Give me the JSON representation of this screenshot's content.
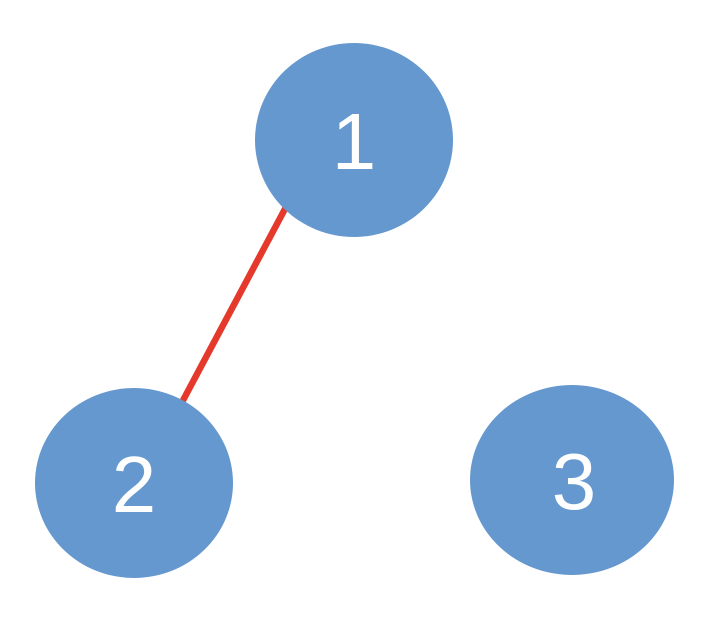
{
  "canvas": {
    "background": "#ffffff"
  },
  "graph": {
    "type": "node-link-diagram",
    "colors": {
      "node_fill": "#6598ce",
      "node_label": "#ffffff",
      "edge_stroke": "#e53a2b"
    },
    "nodes": [
      {
        "id": "1",
        "label": "1"
      },
      {
        "id": "2",
        "label": "2"
      },
      {
        "id": "3",
        "label": "3"
      }
    ],
    "edges": [
      {
        "from": "1",
        "to": "2"
      }
    ]
  }
}
